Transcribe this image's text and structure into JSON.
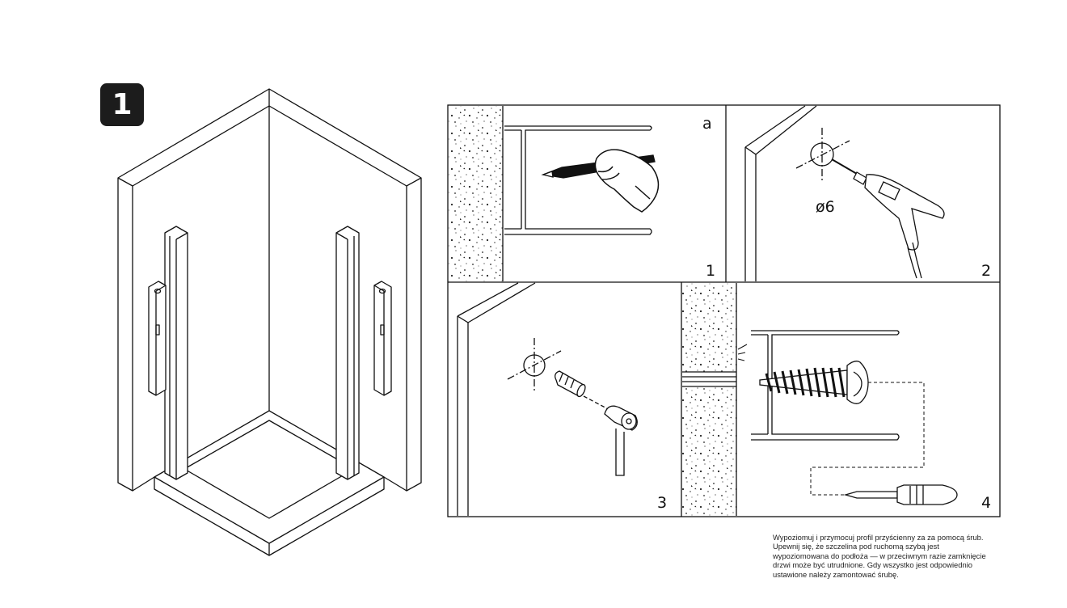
{
  "step": {
    "number": "1"
  },
  "panels": {
    "p1": {
      "corner_letter": "a",
      "number": "1"
    },
    "p2": {
      "drill_size": "ø6",
      "number": "2"
    },
    "p3": {
      "number": "3"
    },
    "p4": {
      "number": "4"
    }
  },
  "instructions": {
    "lines": [
      "Wypoziomuj i przymocuj  profil przyścienny za za pomocą śrub.",
      "Upewnij się, że szczelina pod ruchomą szybą jest",
      "wypoziomowana do podłoża — w przeciwnym razie zamknięcie",
      "drzwi może być utrudnione. Gdy wszystko jest odpowiednio",
      "ustawione należy zamontować śrubę."
    ]
  }
}
